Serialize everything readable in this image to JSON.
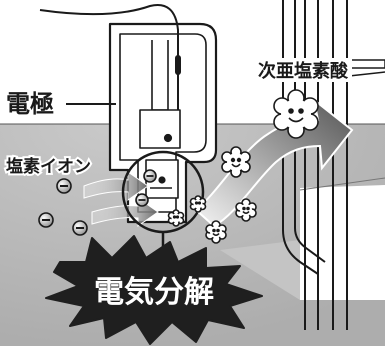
{
  "labels": {
    "electrode": "電極",
    "chloride_ion": "塩素イオン",
    "hypochlorous_acid": "次亜塩素酸",
    "electrolysis": "電気分解"
  },
  "colors": {
    "water": "#b9b9b9",
    "water_light": "#d4d4d4",
    "outline": "#1a1a1a",
    "burst": "#1f1f1f",
    "burst_text": "#ffffff",
    "arrow_gradient_start": "#f2f2f2",
    "arrow_gradient_end": "#5a5a5a"
  },
  "icons": [
    "chloride-ion-icon",
    "smiley-flower-icon",
    "electrode-icon",
    "burst-icon"
  ]
}
